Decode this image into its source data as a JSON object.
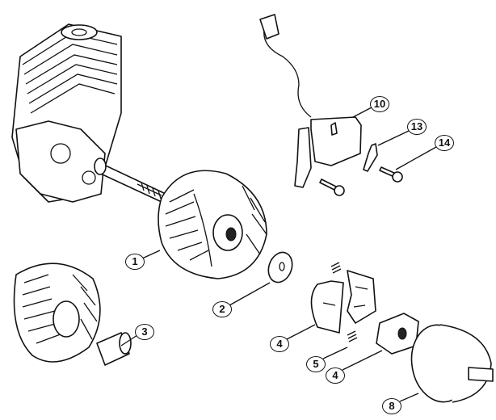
{
  "diagram": {
    "type": "exploded-parts-view",
    "callouts": [
      {
        "id": "c1",
        "label": "1",
        "part": "flywheel"
      },
      {
        "id": "c2",
        "label": "2",
        "part": "washer"
      },
      {
        "id": "c3",
        "label": "3",
        "part": "sleeve"
      },
      {
        "id": "c4a",
        "label": "4",
        "part": "clutch-shoe"
      },
      {
        "id": "c5",
        "label": "5",
        "part": "clutch-spring"
      },
      {
        "id": "c4b",
        "label": "4",
        "part": "clutch-carrier"
      },
      {
        "id": "c8",
        "label": "8",
        "part": "clutch-drum"
      },
      {
        "id": "c10",
        "label": "10",
        "part": "ignition-module"
      },
      {
        "id": "c13",
        "label": "13",
        "part": "bracket"
      },
      {
        "id": "c14",
        "label": "14",
        "part": "screw"
      }
    ]
  }
}
